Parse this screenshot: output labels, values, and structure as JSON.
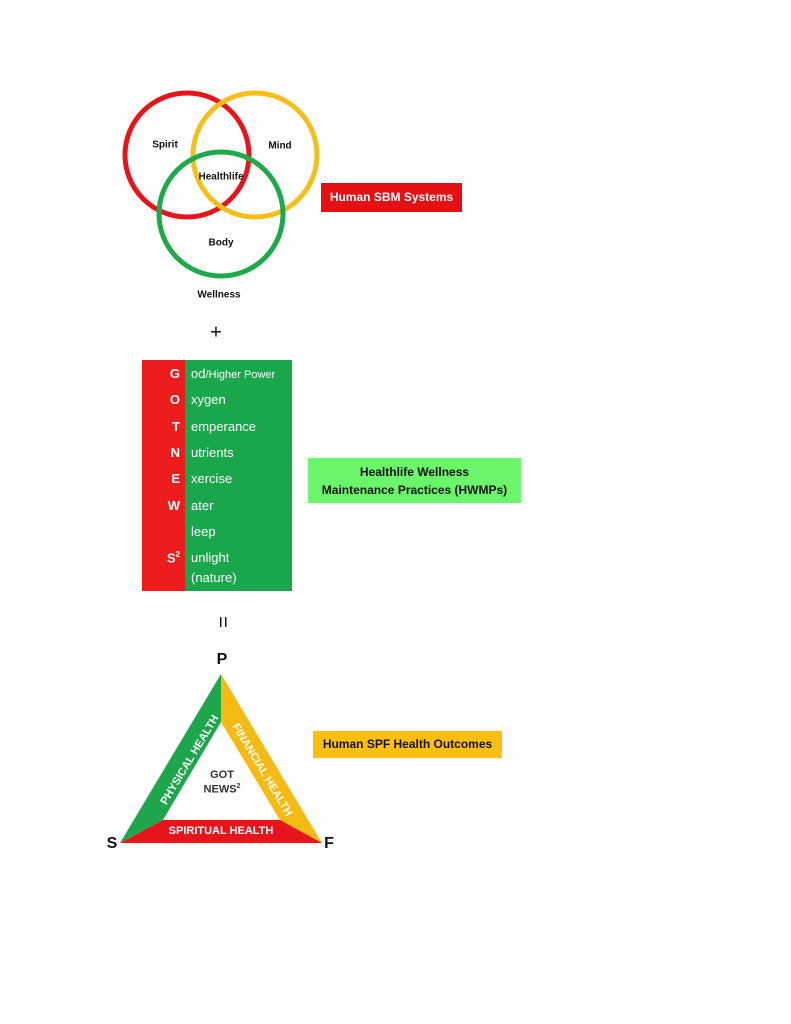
{
  "venn": {
    "circles": [
      {
        "label": "Spirit",
        "color": "#e8141c"
      },
      {
        "label": "Mind",
        "color": "#f5bf1a"
      },
      {
        "label": "Body",
        "color": "#1eaa4a"
      }
    ],
    "center_label": "Healthlife",
    "footer_label": "Wellness",
    "tag": {
      "text": "Human SBM Systems",
      "color": "#e60f14"
    }
  },
  "plus_sign": "+",
  "equals_sign": "=",
  "gotnews": {
    "rows": [
      {
        "letter": "G",
        "word": "od",
        "suffix": "/Higher Power"
      },
      {
        "letter": "O",
        "word": "xygen"
      },
      {
        "letter": "T",
        "word": "emperance"
      },
      {
        "letter": "N",
        "word": "utrients"
      },
      {
        "letter": "E",
        "word": "xercise"
      },
      {
        "letter": "W",
        "word": "ater"
      },
      {
        "letter": "",
        "word": "leep"
      },
      {
        "letter": "S",
        "sup": "2",
        "word": "unlight"
      },
      {
        "letter": "",
        "word": "(nature)"
      }
    ],
    "tag": {
      "line1": "Healthlife Wellness",
      "line2": "Maintenance Practices (HWMPs)",
      "color": "#6af56a"
    }
  },
  "triangle": {
    "corners": {
      "top": "P",
      "left": "S",
      "right": "F"
    },
    "sides": {
      "left": "PHYSICAL HEALTH",
      "right": "FINANCIAL HEALTH",
      "bottom": "SPIRITUAL HEALTH"
    },
    "center_line1": "GOT",
    "center_line2": "NEWS",
    "center_sup": "2",
    "colors": {
      "left": "#1ea64c",
      "right": "#f6bb12",
      "bottom": "#e8141c"
    },
    "tag": {
      "text": "Human SPF Health Outcomes",
      "color": "#fbbf10"
    }
  }
}
